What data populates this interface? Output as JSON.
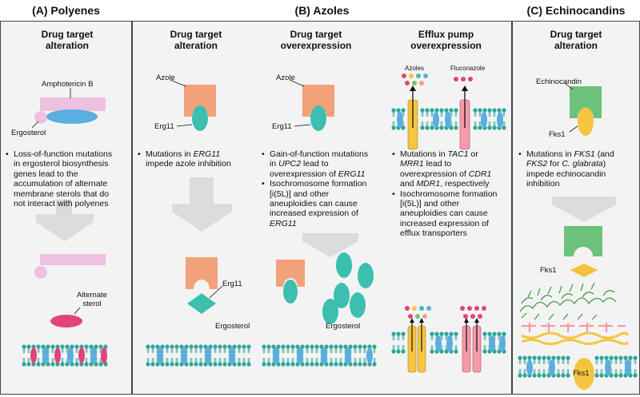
{
  "headers": {
    "a": "(A) Polyenes",
    "b": "(B) Azoles",
    "c": "(C) Echinocandins"
  },
  "subtitles": {
    "poly_line1": "Drug target",
    "poly_line2": "alteration",
    "az1_line1": "Drug target",
    "az1_line2": "alteration",
    "az2_line1": "Drug target",
    "az2_line2": "overexpression",
    "az3_line1": "Efflux pump",
    "az3_line2": "overexpression",
    "echi_line1": "Drug target",
    "echi_line2": "alteration"
  },
  "labels": {
    "amphotericin": "Amphotericin B",
    "ergosterol": "Ergosterol",
    "alternate1": "Alternate",
    "alternate2": "sterol",
    "azole_a": "Azole",
    "erg11_a": "Erg11",
    "azole_b": "Azole",
    "erg11_b": "Erg11",
    "azoles_top": "Azoles",
    "fluconazole": "Fluconazole",
    "erg11_c": "Erg11",
    "ergosterol_b": "Ergosterol",
    "ergosterol_c": "Ergosterol",
    "echinocandin": "Echinocandin",
    "fks1_a": "Fks1",
    "fks1_b": "Fks1",
    "fks1_c": "Fks1"
  },
  "bullets": {
    "polyenes": [
      [
        "Loss-of-function mutations",
        "in ergosterol biosynthesis",
        "genes lead to the",
        "accumulation of alternate",
        "membrane sterols that do",
        "not interact with polyenes"
      ]
    ],
    "az_alteration": [
      [
        "Mutations in ERG11",
        "impede azole inhibition"
      ]
    ],
    "az_overexpression": [
      [
        "Gain-of-function mutations",
        "in UPC2 lead to",
        "overexpression of ERG11"
      ],
      [
        "Isochromosome formation",
        "[i(5L)] and other",
        "aneuploidies can cause",
        "increased expression of",
        "ERG11"
      ]
    ],
    "az_efflux": [
      [
        "Mutations in TAC1 or",
        "MRR1 lead to",
        "overexpression of CDR1",
        "and MDR1, respectively"
      ],
      [
        "Isochromosome formation",
        "[i(5L)] and other",
        "aneuploidies can cause",
        "increased expression of",
        "efflux transporters"
      ]
    ],
    "echino": [
      [
        "Mutations in FKS1 (and",
        "FKS2 for C. glabrata)",
        "impede echinocandin",
        "inhibition"
      ]
    ]
  },
  "colors": {
    "pink_light": "#efc1e0",
    "blue": "#5aaee0",
    "magenta": "#e2447a",
    "orange": "#f2a27a",
    "teal": "#3dbfb0",
    "green": "#6cc27a",
    "yellow": "#f5c542",
    "membrane": "#2fa69a"
  }
}
